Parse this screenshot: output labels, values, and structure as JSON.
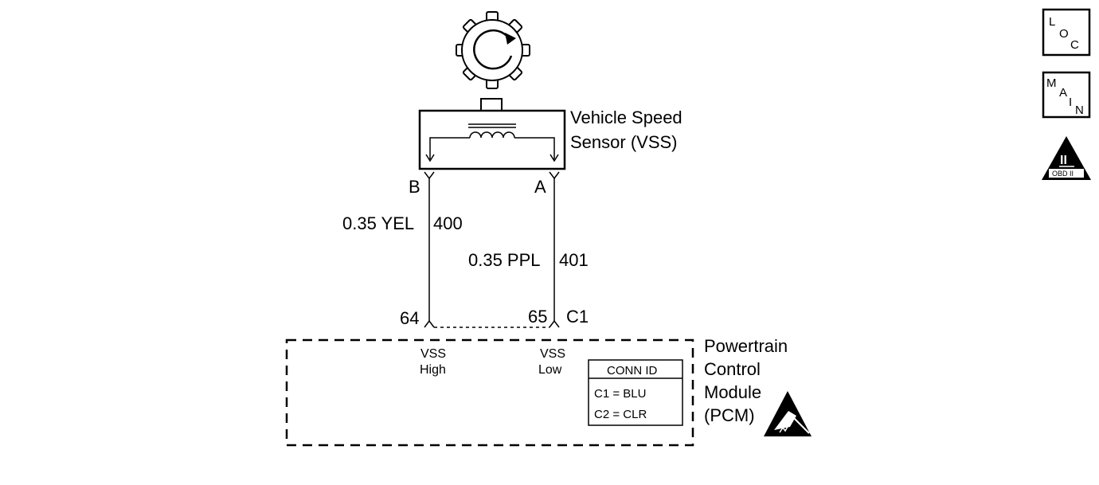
{
  "sensor": {
    "title_line1": "Vehicle Speed",
    "title_line2": "Sensor (VSS)",
    "terminal_b": "B",
    "terminal_a": "A"
  },
  "wires": [
    {
      "gauge_color": "0.35 YEL",
      "circuit": "400",
      "pin": "64"
    },
    {
      "gauge_color": "0.35 PPL",
      "circuit": "401",
      "pin": "65"
    }
  ],
  "connector_label": "C1",
  "pcm": {
    "name_lines": [
      "Powertrain",
      "Control",
      "Module",
      "(PCM)"
    ],
    "pin_labels": [
      {
        "line1": "VSS",
        "line2": "High"
      },
      {
        "line1": "VSS",
        "line2": "Low"
      }
    ],
    "conn_id": {
      "header": "CONN ID",
      "rows": [
        "C1 = BLU",
        "C2 = CLR"
      ]
    }
  },
  "icons": {
    "loc": {
      "letters": [
        "L",
        "O",
        "C"
      ]
    },
    "main": {
      "letters": [
        "M",
        "A",
        "I",
        "N"
      ]
    },
    "obd": {
      "numeral": "II",
      "caption": "OBD II"
    }
  }
}
